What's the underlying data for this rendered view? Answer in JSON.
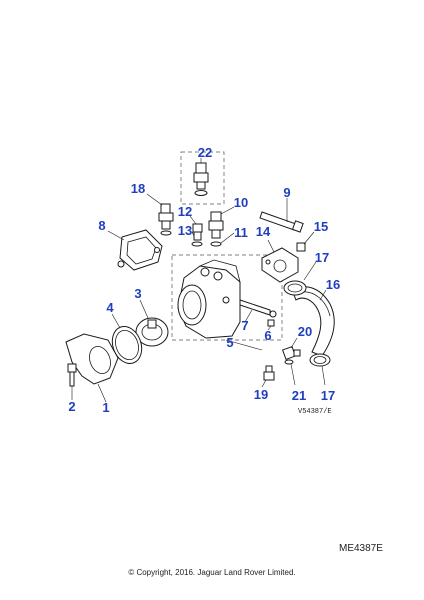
{
  "diagram": {
    "drawing_code": "V54387/E",
    "callouts": [
      {
        "id": "c1",
        "label": "1"
      },
      {
        "id": "c2",
        "label": "2"
      },
      {
        "id": "c3",
        "label": "3"
      },
      {
        "id": "c4",
        "label": "4"
      },
      {
        "id": "c5",
        "label": "5"
      },
      {
        "id": "c6",
        "label": "6"
      },
      {
        "id": "c7",
        "label": "7"
      },
      {
        "id": "c8",
        "label": "8"
      },
      {
        "id": "c9",
        "label": "9"
      },
      {
        "id": "c10",
        "label": "10"
      },
      {
        "id": "c11",
        "label": "11"
      },
      {
        "id": "c12",
        "label": "12"
      },
      {
        "id": "c13",
        "label": "13"
      },
      {
        "id": "c14",
        "label": "14"
      },
      {
        "id": "c15",
        "label": "15"
      },
      {
        "id": "c16",
        "label": "16"
      },
      {
        "id": "c17a",
        "label": "17"
      },
      {
        "id": "c17b",
        "label": "17"
      },
      {
        "id": "c18",
        "label": "18"
      },
      {
        "id": "c19",
        "label": "19"
      },
      {
        "id": "c20",
        "label": "20"
      },
      {
        "id": "c21",
        "label": "21"
      },
      {
        "id": "c22",
        "label": "22"
      }
    ]
  },
  "footer": {
    "reference": "ME4387E",
    "copyright": "© Copyright, 2016. Jaguar Land Rover Limited."
  },
  "colors": {
    "callout": "#1f3fbf",
    "line": "#1a1a1a"
  }
}
